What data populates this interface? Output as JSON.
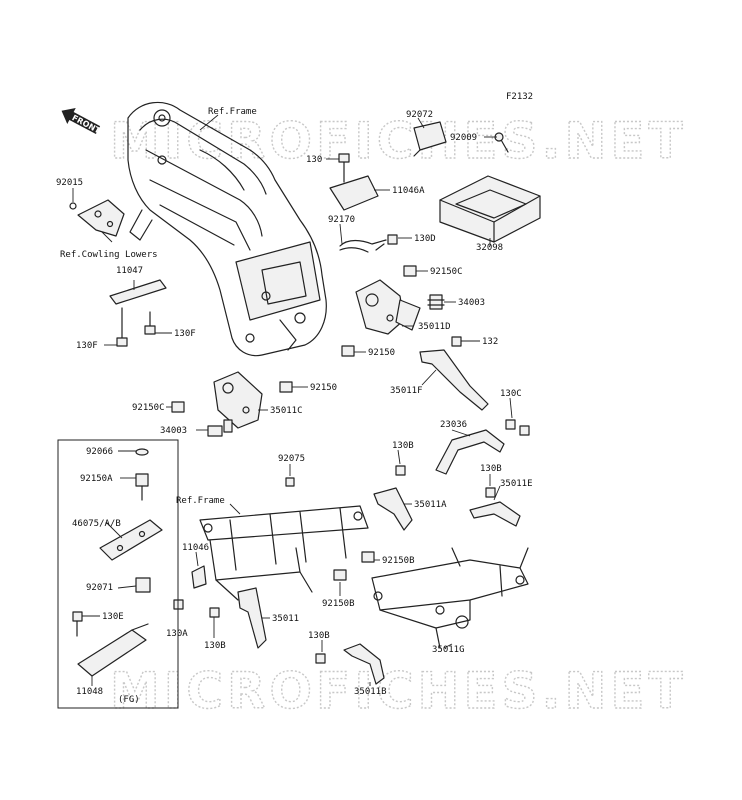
{
  "diagram_code": "F2132",
  "watermark": "MICROFICHES.NET",
  "front_arrow": "FRONT",
  "fg_box_label": "(FG)",
  "labels": {
    "ref_frame_top": "Ref.Frame",
    "p92072": "92072",
    "p92009": "92009",
    "p130_top": "130",
    "p11046A": "11046A",
    "p92015": "92015",
    "ref_cowling": "Ref.Cowling Lowers",
    "p11047": "11047",
    "p92170": "92170",
    "p130D": "130D",
    "p32098": "32098",
    "p92150C_r": "92150C",
    "p34003_r": "34003",
    "p35011D": "35011D",
    "p130F_r": "130F",
    "p130F_l": "130F",
    "p92150_mid": "92150",
    "p132": "132",
    "p35011F": "35011F",
    "p92150_l": "92150",
    "p92150C_l": "92150C",
    "p35011C": "35011C",
    "p130C": "130C",
    "p34003_l": "34003",
    "p23036": "23036",
    "p92066": "92066",
    "p130B_1": "130B",
    "p92075": "92075",
    "p92150A": "92150A",
    "p130B_2": "130B",
    "p35011E": "35011E",
    "p35011A": "35011A",
    "ref_frame_mid": "Ref.Frame",
    "p46075": "46075/A/B",
    "p11046": "11046",
    "p92150B_r": "92150B",
    "p92071": "92071",
    "p92150B_c": "92150B",
    "p130E": "130E",
    "p35011": "35011",
    "p130A": "130A",
    "p130B_3": "130B",
    "p35011G": "35011G",
    "p130B_4": "130B",
    "p11048": "11048",
    "p35011B": "35011B"
  }
}
